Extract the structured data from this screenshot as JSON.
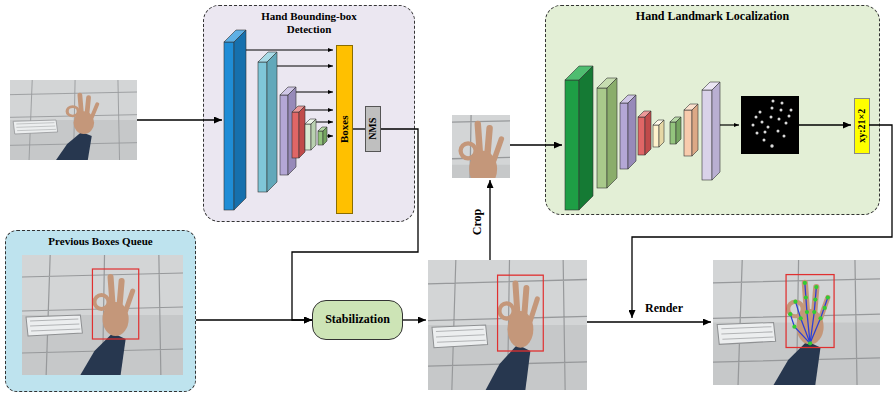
{
  "diagram": {
    "nodes": [
      {
        "text": [
          "Hand Bounding-box Detection"
        ]
      },
      {
        "text": [
          "Boxes"
        ],
        "in": 0
      },
      {
        "text": [
          "NMS"
        ],
        "in": 0
      },
      {
        "text": [
          "Hand Landmark Localization"
        ]
      },
      {
        "text": [
          "xy:21×2"
        ],
        "in": 3
      },
      {
        "text": [
          "Previous Boxes Queue"
        ]
      },
      {
        "text": [
          "Stabilization"
        ]
      }
    ],
    "edges": [
      {
        "from": 1,
        "to": 2,
        "arrow": "none"
      },
      {
        "from": 2,
        "to": 6,
        "arrow": "to"
      },
      {
        "from": 5,
        "to": 6,
        "arrow": "to"
      }
    ],
    "labels": [
      "Crop",
      "Render"
    ]
  }
}
